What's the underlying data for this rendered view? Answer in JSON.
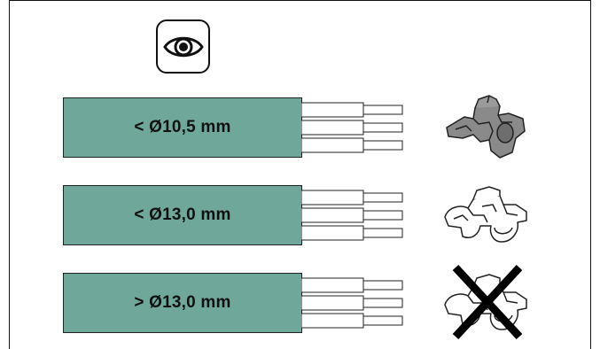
{
  "eye_icon": "eye-icon",
  "cables": [
    {
      "label": "< Ø10,5 mm",
      "clip": "dark-cable-clip-icon",
      "crossed": false
    },
    {
      "label": "< Ø13,0 mm",
      "clip": "light-cable-clip-icon",
      "crossed": false
    },
    {
      "label": "> Ø13,0 mm",
      "clip": "light-cable-clip-icon",
      "crossed": true
    }
  ],
  "colors": {
    "sheath": "#6fa89a",
    "dark_clip": "#8a8a8a",
    "light_clip": "#ffffff",
    "cross": "#000000"
  }
}
